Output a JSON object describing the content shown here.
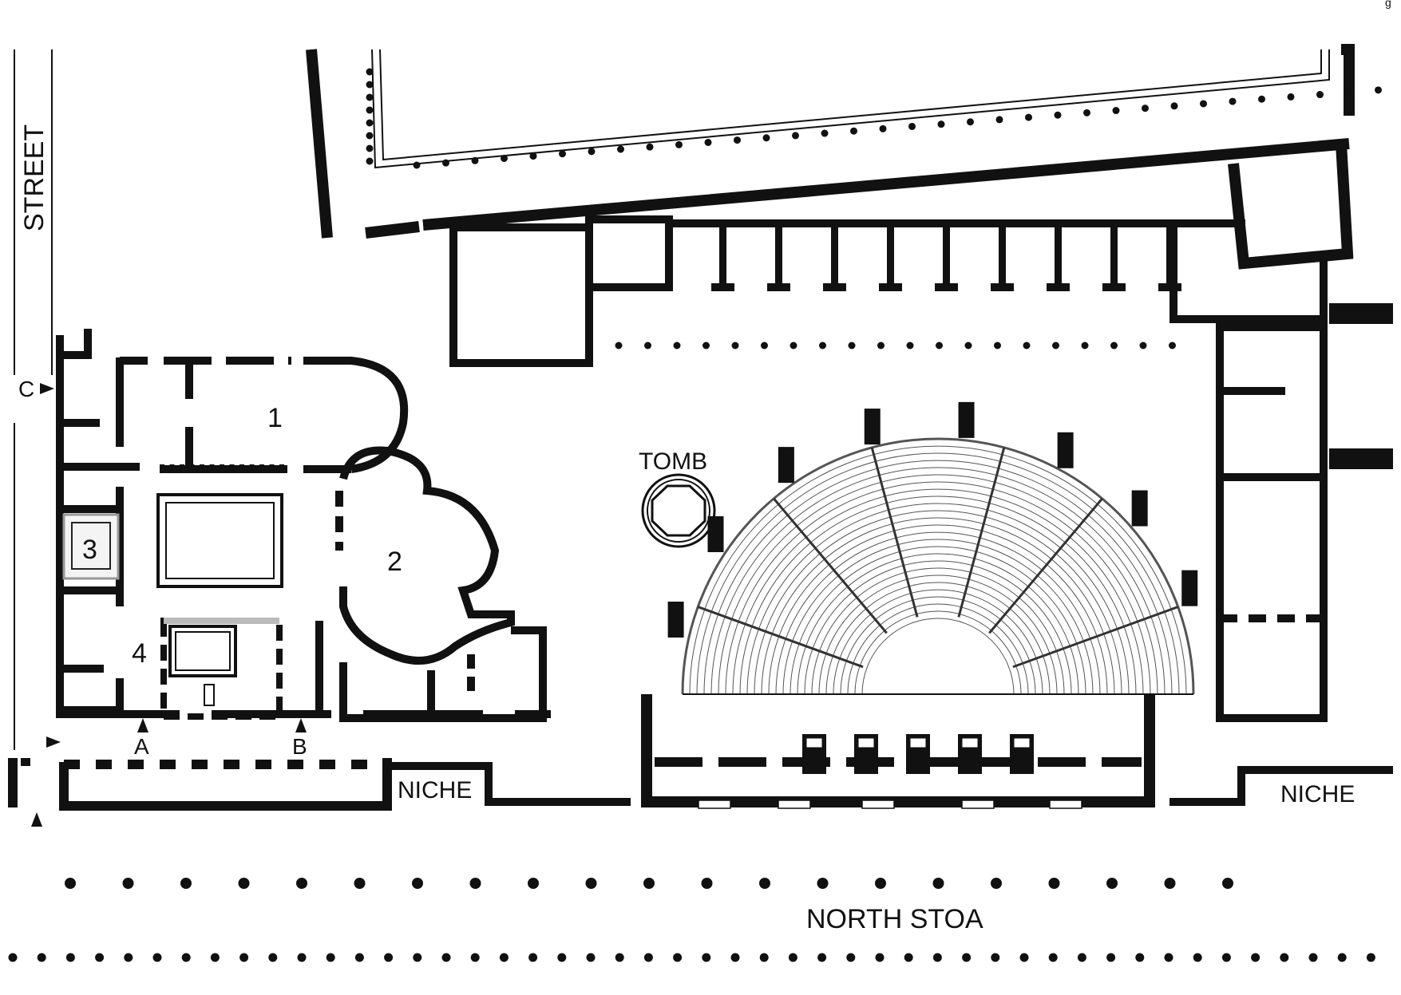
{
  "page_marker": "g",
  "colors": {
    "wall": "#111111",
    "background": "#ffffff",
    "fill_gray": "#bbbbbb"
  },
  "labels": {
    "street": "STREET",
    "room1": "1",
    "room2": "2",
    "room3": "3",
    "room4": "4",
    "tomb": "TOMB",
    "niche_left": "NICHE",
    "niche_right": "NICHE",
    "north_stoa": "NORTH STOA",
    "entrance_a": "A",
    "entrance_b": "B",
    "entrance_c": "C"
  }
}
